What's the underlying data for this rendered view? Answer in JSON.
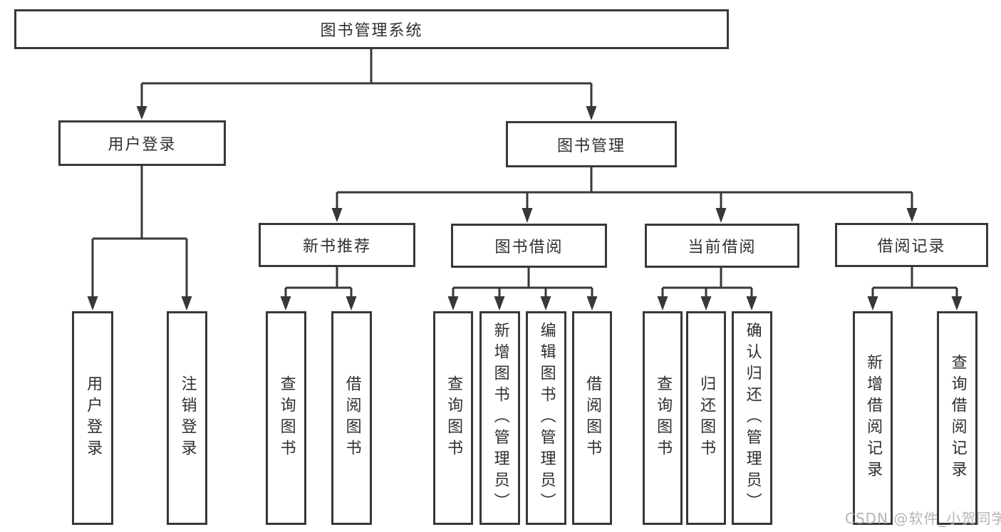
{
  "tree": {
    "label": "图书管理系统",
    "children": [
      {
        "label": "用户登录",
        "children": [
          {
            "label": "用户登录"
          },
          {
            "label": "注销登录"
          }
        ]
      },
      {
        "label": "图书管理",
        "children": [
          {
            "label": "新书推荐",
            "children": [
              {
                "label": "查询图书"
              },
              {
                "label": "借阅图书"
              }
            ]
          },
          {
            "label": "图书借阅",
            "children": [
              {
                "label": "查询图书"
              },
              {
                "label": "新增图书（管理员）"
              },
              {
                "label": "编辑图书（管理员）"
              },
              {
                "label": "借阅图书"
              }
            ]
          },
          {
            "label": "当前借阅",
            "children": [
              {
                "label": "查询图书"
              },
              {
                "label": "归还图书"
              },
              {
                "label": "确认归还（管理员）"
              }
            ]
          },
          {
            "label": "借阅记录",
            "children": [
              {
                "label": "新增借阅记录"
              },
              {
                "label": "查询借阅记录"
              }
            ]
          }
        ]
      }
    ]
  },
  "watermark": {
    "text": "CSDN @软件_小贺同学"
  },
  "colors": {
    "line": "#383838",
    "text": "#2f2f2f",
    "box_background": "#ffffff",
    "watermark": "#b5b5b5",
    "page_background": "#ffffff"
  }
}
